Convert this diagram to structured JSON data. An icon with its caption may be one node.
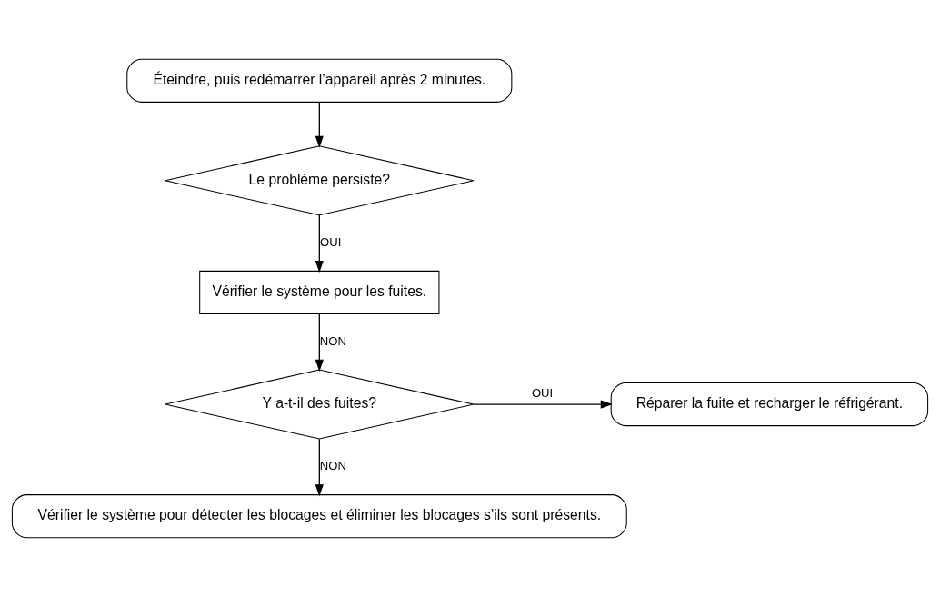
{
  "diagram": {
    "nodes": [
      {
        "text": [
          "Éteindre, puis redémarrer l’appareil après 2 minutes."
        ]
      },
      {
        "text": [
          "Le problème persiste?"
        ]
      },
      {
        "text": [
          "Vérifier le système pour les fuites."
        ]
      },
      {
        "text": [
          "Y a-t-il des fuites?"
        ]
      },
      {
        "text": [
          "Réparer la fuite et recharger le réfrigérant."
        ]
      },
      {
        "text": [
          "Vérifier le système pour détecter les blocages et éliminer les blocages s’ils sont présents."
        ]
      }
    ],
    "edges": [
      {
        "from": 0,
        "to": 1,
        "arrow": "to"
      },
      {
        "from": 1,
        "to": 2,
        "label": "OUI",
        "arrow": "to"
      },
      {
        "from": 2,
        "to": 3,
        "label": "NON",
        "arrow": "to"
      },
      {
        "from": 3,
        "to": 4,
        "label": "OUI",
        "arrow": "to"
      },
      {
        "from": 3,
        "to": 5,
        "label": "NON",
        "arrow": "to"
      }
    ]
  }
}
